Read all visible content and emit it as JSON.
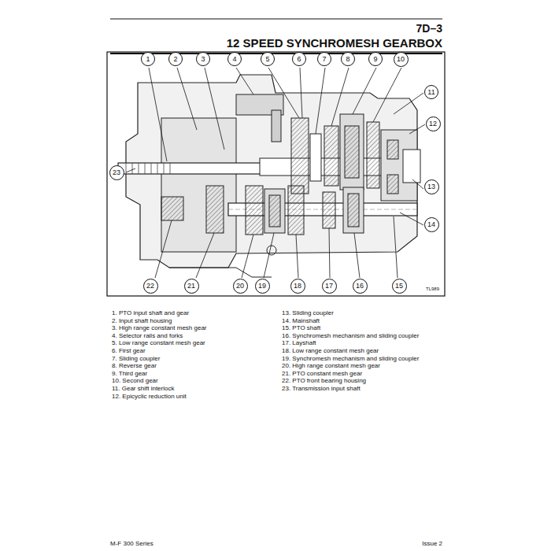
{
  "diagram": {
    "title": "12 SPEED SYNCHROMESH GEARBOX",
    "nodes": [
      {
        "text": [
          "1"
        ]
      },
      {
        "text": [
          "2"
        ]
      },
      {
        "text": [
          "3"
        ]
      },
      {
        "text": [
          "4"
        ]
      },
      {
        "text": [
          "5"
        ]
      },
      {
        "text": [
          "6"
        ]
      },
      {
        "text": [
          "7"
        ]
      },
      {
        "text": [
          "8"
        ]
      },
      {
        "text": [
          "9"
        ]
      },
      {
        "text": [
          "10"
        ]
      },
      {
        "text": [
          "11"
        ]
      },
      {
        "text": [
          "12"
        ]
      },
      {
        "text": [
          "23"
        ]
      },
      {
        "text": [
          "13"
        ]
      },
      {
        "text": [
          "14"
        ]
      },
      {
        "text": [
          "22"
        ]
      },
      {
        "text": [
          "21"
        ]
      },
      {
        "text": [
          "20"
        ]
      },
      {
        "text": [
          "19"
        ]
      },
      {
        "text": [
          "18"
        ]
      },
      {
        "text": [
          "17"
        ]
      },
      {
        "text": [
          "16"
        ]
      },
      {
        "text": [
          "15"
        ]
      }
    ],
    "labels": [
      "7D–3",
      "1. PTO input shaft and gear",
      "2. Input shaft housing",
      "3. High range constant mesh gear",
      "4. Selector rails and forks",
      "5. Low range constant mesh gear",
      "6. First gear",
      "7. Sliding coupler",
      "8. Reverse gear",
      "9. Third gear",
      "10. Second gear",
      "11. Gear shift interlock",
      "12. Epicyclic reduction unit",
      "13. Sliding coupler",
      "14. Mainshaft",
      "15. PTO shaft",
      "16. Synchromesh mechanism and sliding coupler",
      "17. Layshaft",
      "18. Low range constant mesh gear",
      "19. Synchromesh mechanism and sliding coupler",
      "20. High range constant mesh gear",
      "21. PTO constant mesh gear",
      "22. PTO front bearing housing",
      "23. Transmission input shaft",
      "TL989",
      "M-F 300 Series",
      "Issue 2"
    ]
  }
}
